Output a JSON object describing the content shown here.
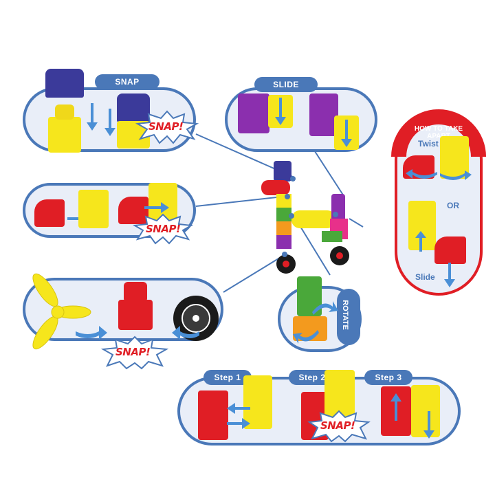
{
  "panels": {
    "snap": {
      "tab": "SNAP",
      "burst": "SNAP!"
    },
    "slide": {
      "tab": "SLIDE"
    },
    "side_snap": {
      "burst": "SNAP!"
    },
    "wheel_snap": {
      "burst": "SNAP!"
    },
    "rotate": {
      "tab": "ROTATE"
    },
    "take_apart": {
      "title": "HOW TO TAKE APART",
      "twist": "Twist",
      "or": "OR",
      "slide": "Slide"
    },
    "steps": {
      "step1": "Step 1",
      "step2": "Step 2",
      "step3": "Step 3",
      "burst": "SNAP!"
    }
  },
  "colors": {
    "panel_border": "#4a78b8",
    "panel_fill": "#e9eef8",
    "red": "#e01e25",
    "yellow": "#f6e61c",
    "purple": "#8b2fae",
    "navy": "#3b3a9a",
    "green": "#4aa83a",
    "orange": "#f39a1e",
    "arrow": "#4a8fd6"
  }
}
